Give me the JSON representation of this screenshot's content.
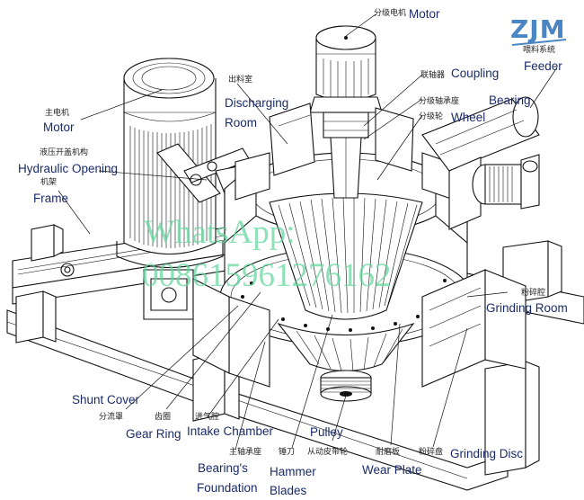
{
  "logo": {
    "text": "ZJM",
    "color": "#4b86c4"
  },
  "watermark": {
    "line1": "WhatsApp:",
    "line2": "008615961276162",
    "color": "#62d69a"
  },
  "labels": {
    "motor_top": {
      "cn": "分级电机",
      "en": "Motor"
    },
    "feeder": {
      "cn": "喂料系统",
      "en": "Feeder"
    },
    "main_motor": {
      "cn": "主电机",
      "en": "Motor"
    },
    "discharging_room": {
      "cn": "出料室",
      "en1": "Discharging",
      "en2": "Room"
    },
    "coupling": {
      "cn": "联轴器",
      "en": "Coupling"
    },
    "bearing": {
      "cn": "分级轴承座",
      "en": "Bearing"
    },
    "wheel": {
      "cn": "分级轮",
      "en": "Wheel"
    },
    "hydraulic": {
      "cn": "液压开盖机构",
      "en1": "Hydraulic Opening",
      "en2": "Frame",
      "cn2": "机架"
    },
    "grinding_room": {
      "cn": "粉碎腔",
      "en": "Grinding Room"
    },
    "shunt_cover": {
      "cn": "分流罩",
      "en": "Shunt Cover"
    },
    "gear_ring": {
      "cn": "齿圈",
      "en": "Gear Ring"
    },
    "intake_chamber": {
      "cn": "进气腔",
      "en": "Intake Chamber"
    },
    "pulley": {
      "cn": "从动皮带轮",
      "en": "Pulley"
    },
    "bearing_foundation": {
      "cn": "主轴承座",
      "en1": "Bearing's",
      "en2": "Foundation"
    },
    "hammer_blades": {
      "cn": "锤刀",
      "en1": "Hammer",
      "en2": "Blades"
    },
    "wear_plate": {
      "cn": "耐磨板",
      "en": "Wear Plate"
    },
    "grinding_disc": {
      "cn": "粉碎盘",
      "en": "Grinding Disc"
    }
  }
}
